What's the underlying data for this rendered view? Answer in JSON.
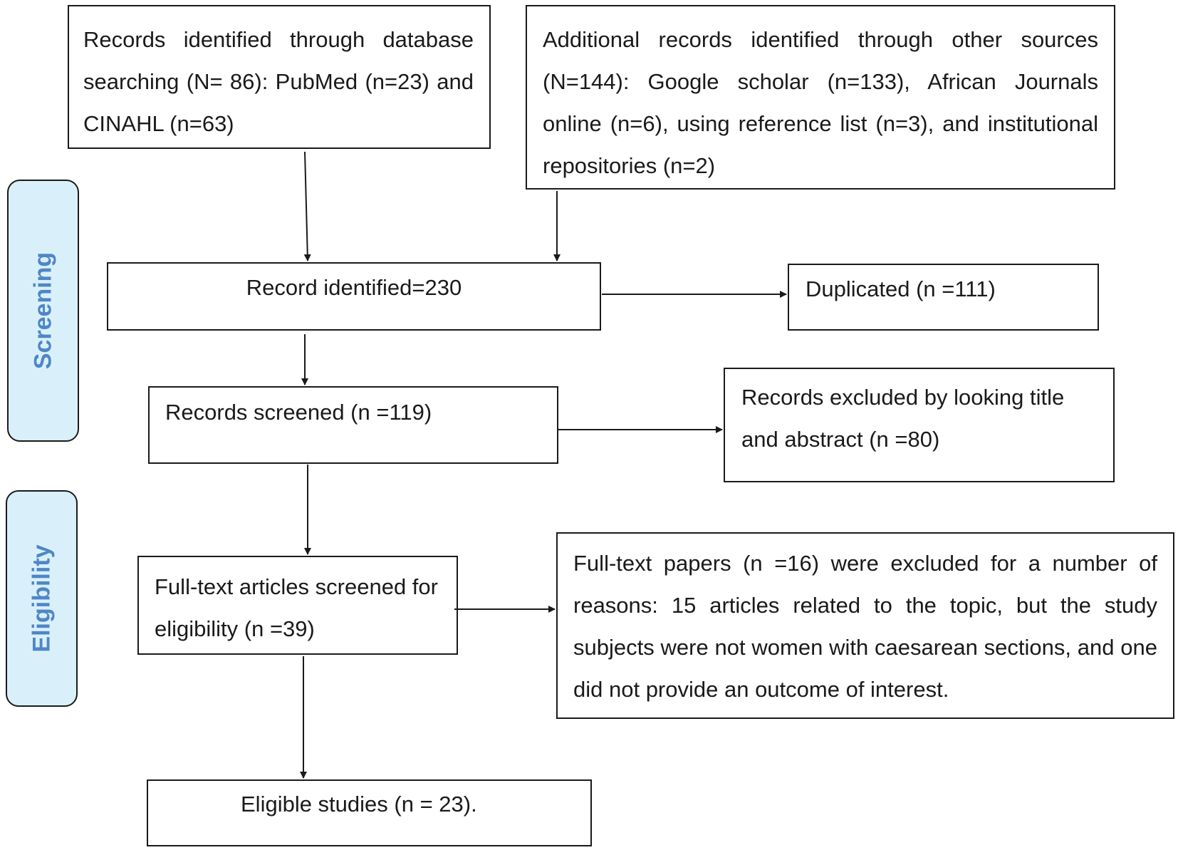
{
  "stages": {
    "screening": "Screening",
    "eligibility": "Eligibility"
  },
  "boxes": {
    "database_search": "Records identified through database searching (N= 86): PubMed (n=23) and CINAHL (n=63)",
    "other_sources": "Additional records identified through other sources (N=144): Google scholar (n=133), African Journals online (n=6), using reference list (n=3), and institutional repositories (n=2)",
    "identified": "Record identified=230",
    "duplicated": "Duplicated (n =111)",
    "screened": "Records screened (n =119)",
    "excluded_title_abstract": "Records excluded by looking title and abstract (n =80)",
    "fulltext_screened": "Full-text articles screened for eligibility (n =39)",
    "fulltext_excluded": "Full-text papers (n =16) were excluded for a number of reasons: 15 articles related to the topic, but the study subjects were not women with caesarean sections, and one did not provide an outcome of interest.",
    "eligible": "Eligible studies (n = 23)."
  }
}
